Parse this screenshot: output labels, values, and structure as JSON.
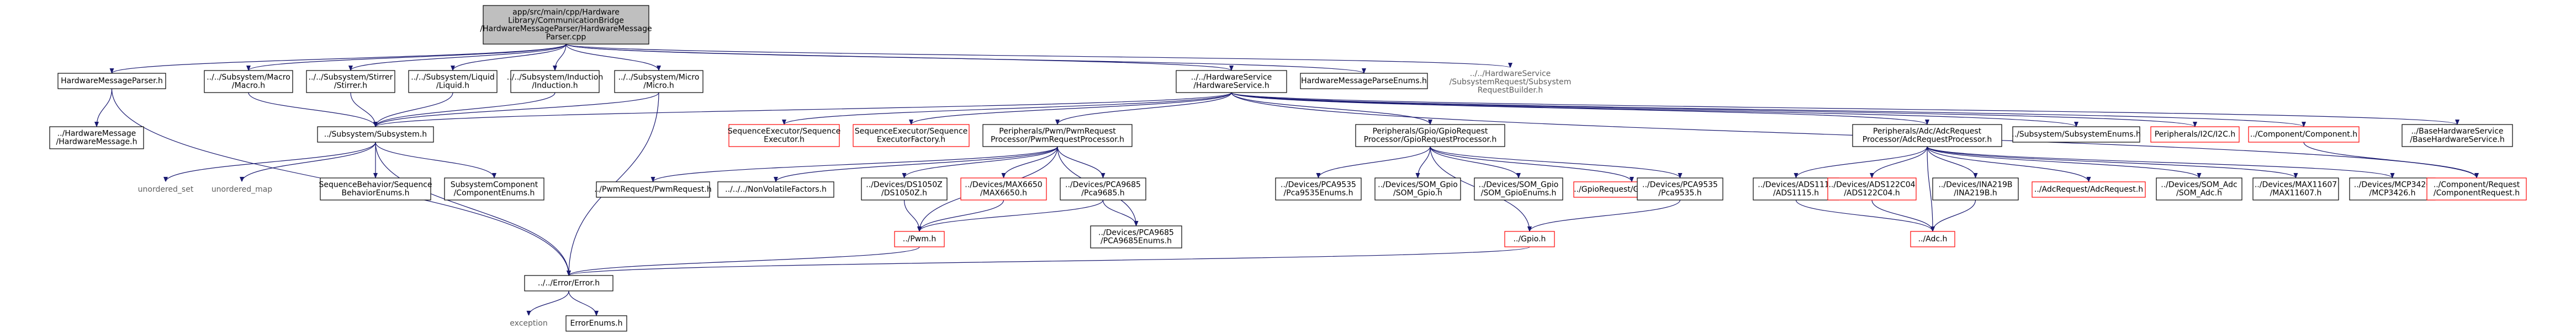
{
  "graph": {
    "nodes": [
      {
        "id": "root",
        "kind": "root",
        "lines": [
          "app/src/main/cpp/Hardware",
          "Library/CommunicationBridge",
          "/HardwareMessageParser/HardwareMessage",
          "Parser.cpp"
        ]
      },
      {
        "id": "hmp",
        "kind": "normal",
        "lines": [
          "HardwareMessageParser.h"
        ]
      },
      {
        "id": "macro",
        "kind": "normal",
        "lines": [
          "../../Subsystem/Macro",
          "/Macro.h"
        ]
      },
      {
        "id": "stirrer",
        "kind": "normal",
        "lines": [
          "../../Subsystem/Stirrer",
          "/Stirrer.h"
        ]
      },
      {
        "id": "liquid",
        "kind": "normal",
        "lines": [
          "../../Subsystem/Liquid",
          "/Liquid.h"
        ]
      },
      {
        "id": "induction",
        "kind": "normal",
        "lines": [
          "../../Subsystem/Induction",
          "/Induction.h"
        ]
      },
      {
        "id": "micro",
        "kind": "normal",
        "lines": [
          "../../Subsystem/Micro",
          "/Micro.h"
        ]
      },
      {
        "id": "hwsvc",
        "kind": "normal",
        "lines": [
          "../../HardwareService",
          "/HardwareService.h"
        ]
      },
      {
        "id": "hmpe",
        "kind": "normal",
        "lines": [
          "HardwareMessageParseEnums.h"
        ]
      },
      {
        "id": "ssrb",
        "kind": "grey",
        "lines": [
          "../../HardwareService",
          "/SubsystemRequest/Subsystem",
          "RequestBuilder.h"
        ]
      },
      {
        "id": "hm",
        "kind": "normal",
        "lines": [
          "../HardwareMessage",
          "/HardwareMessage.h"
        ]
      },
      {
        "id": "subsys",
        "kind": "normal",
        "lines": [
          "../Subsystem/Subsystem.h"
        ]
      },
      {
        "id": "seqexec",
        "kind": "red",
        "lines": [
          "SequenceExecutor/Sequence",
          "Executor.h"
        ]
      },
      {
        "id": "seqfact",
        "kind": "red",
        "lines": [
          "SequenceExecutor/Sequence",
          "ExecutorFactory.h"
        ]
      },
      {
        "id": "pwmproc",
        "kind": "normal",
        "lines": [
          "Peripherals/Pwm/PwmRequest",
          "Processor/PwmRequestProcessor.h"
        ]
      },
      {
        "id": "gpioproc",
        "kind": "normal",
        "lines": [
          "Peripherals/Gpio/GpioRequest",
          "Processor/GpioRequestProcessor.h"
        ]
      },
      {
        "id": "adcproc",
        "kind": "normal",
        "lines": [
          "Peripherals/Adc/AdcRequest",
          "Processor/AdcRequestProcessor.h"
        ]
      },
      {
        "id": "ssenums",
        "kind": "normal",
        "lines": [
          "../Subsystem/SubsystemEnums.h"
        ]
      },
      {
        "id": "i2c",
        "kind": "red",
        "lines": [
          "Peripherals/I2C/I2C.h"
        ]
      },
      {
        "id": "component",
        "kind": "red",
        "lines": [
          "../Component/Component.h"
        ]
      },
      {
        "id": "basehw",
        "kind": "normal",
        "lines": [
          "../BaseHardwareService",
          "/BaseHardwareService.h"
        ]
      },
      {
        "id": "uset",
        "kind": "grey",
        "lines": [
          "unordered_set"
        ]
      },
      {
        "id": "umap",
        "kind": "grey",
        "lines": [
          "unordered_map"
        ]
      },
      {
        "id": "seqbeh",
        "kind": "normal",
        "lines": [
          "SequenceBehavior/Sequence",
          "BehaviorEnums.h"
        ]
      },
      {
        "id": "sscomp",
        "kind": "normal",
        "lines": [
          "SubsystemComponent",
          "/ComponentEnums.h"
        ]
      },
      {
        "id": "pwmreq",
        "kind": "normal",
        "lines": [
          "../PwmRequest/PwmRequest.h"
        ]
      },
      {
        "id": "nonvol",
        "kind": "normal",
        "lines": [
          "../../../NonVolatileFactors.h"
        ]
      },
      {
        "id": "ds1050",
        "kind": "normal",
        "lines": [
          "../Devices/DS1050Z",
          "/DS1050Z.h"
        ]
      },
      {
        "id": "max6650",
        "kind": "red",
        "lines": [
          "../Devices/MAX6650",
          "/MAX6650.h"
        ]
      },
      {
        "id": "pca9685",
        "kind": "normal",
        "lines": [
          "../Devices/PCA9685",
          "/Pca9685.h"
        ]
      },
      {
        "id": "pca9535e",
        "kind": "normal",
        "lines": [
          "../Devices/PCA9535",
          "/Pca9535Enums.h"
        ]
      },
      {
        "id": "somgpio",
        "kind": "normal",
        "lines": [
          "../Devices/SOM_Gpio",
          "/SOM_Gpio.h"
        ]
      },
      {
        "id": "somgpioe",
        "kind": "normal",
        "lines": [
          "../Devices/SOM_Gpio",
          "/SOM_GpioEnums.h"
        ]
      },
      {
        "id": "gpioreq",
        "kind": "red",
        "lines": [
          "../GpioRequest/GpioRequest.h"
        ]
      },
      {
        "id": "pca9535",
        "kind": "normal",
        "lines": [
          "../Devices/PCA9535",
          "/Pca9535.h"
        ]
      },
      {
        "id": "ads1115",
        "kind": "normal",
        "lines": [
          "../Devices/ADS1115",
          "/ADS1115.h"
        ]
      },
      {
        "id": "ads122c04",
        "kind": "red",
        "lines": [
          "../Devices/ADS122C04",
          "/ADS122C04.h"
        ]
      },
      {
        "id": "ina219b",
        "kind": "normal",
        "lines": [
          "../Devices/INA219B",
          "/INA219B.h"
        ]
      },
      {
        "id": "adcreq",
        "kind": "red",
        "lines": [
          "../AdcRequest/AdcRequest.h"
        ]
      },
      {
        "id": "somadc",
        "kind": "normal",
        "lines": [
          "../Devices/SOM_Adc",
          "/SOM_Adc.h"
        ]
      },
      {
        "id": "max11607",
        "kind": "normal",
        "lines": [
          "../Devices/MAX11607",
          "/MAX11607.h"
        ]
      },
      {
        "id": "mcp3426",
        "kind": "normal",
        "lines": [
          "../Devices/MCP3426",
          "/MCP3426.h"
        ]
      },
      {
        "id": "compreq",
        "kind": "red",
        "lines": [
          "../Component/Request",
          "/ComponentRequest.h"
        ]
      },
      {
        "id": "pwmh",
        "kind": "red",
        "lines": [
          "../Pwm.h"
        ]
      },
      {
        "id": "pca9685e",
        "kind": "normal",
        "lines": [
          "../Devices/PCA9685",
          "/PCA9685Enums.h"
        ]
      },
      {
        "id": "gpioh",
        "kind": "red",
        "lines": [
          "../Gpio.h"
        ]
      },
      {
        "id": "adch",
        "kind": "red",
        "lines": [
          "../Adc.h"
        ]
      },
      {
        "id": "error",
        "kind": "normal",
        "lines": [
          "../../Error/Error.h"
        ]
      },
      {
        "id": "exception",
        "kind": "grey",
        "lines": [
          "exception"
        ]
      },
      {
        "id": "errenums",
        "kind": "normal",
        "lines": [
          "ErrorEnums.h"
        ]
      }
    ],
    "edges": [
      [
        "root",
        "hmp"
      ],
      [
        "root",
        "macro"
      ],
      [
        "root",
        "stirrer"
      ],
      [
        "root",
        "liquid"
      ],
      [
        "root",
        "induction"
      ],
      [
        "root",
        "micro"
      ],
      [
        "root",
        "hwsvc"
      ],
      [
        "root",
        "hmpe"
      ],
      [
        "root",
        "ssrb"
      ],
      [
        "hmp",
        "hm"
      ],
      [
        "hmp",
        "error"
      ],
      [
        "macro",
        "subsys"
      ],
      [
        "stirrer",
        "subsys"
      ],
      [
        "liquid",
        "subsys"
      ],
      [
        "induction",
        "subsys"
      ],
      [
        "micro",
        "subsys"
      ],
      [
        "micro",
        "error"
      ],
      [
        "hwsvc",
        "subsys"
      ],
      [
        "hwsvc",
        "seqexec"
      ],
      [
        "hwsvc",
        "seqfact"
      ],
      [
        "hwsvc",
        "pwmproc"
      ],
      [
        "hwsvc",
        "gpioproc"
      ],
      [
        "hwsvc",
        "adcproc"
      ],
      [
        "hwsvc",
        "ssenums"
      ],
      [
        "hwsvc",
        "i2c"
      ],
      [
        "hwsvc",
        "component"
      ],
      [
        "hwsvc",
        "basehw"
      ],
      [
        "hwsvc",
        "compreq"
      ],
      [
        "subsys",
        "uset"
      ],
      [
        "subsys",
        "umap"
      ],
      [
        "subsys",
        "seqbeh"
      ],
      [
        "subsys",
        "sscomp"
      ],
      [
        "subsys",
        "error"
      ],
      [
        "pwmproc",
        "pwmreq"
      ],
      [
        "pwmproc",
        "nonvol"
      ],
      [
        "pwmproc",
        "ds1050"
      ],
      [
        "pwmproc",
        "max6650"
      ],
      [
        "pwmproc",
        "pca9685"
      ],
      [
        "pwmproc",
        "pwmh"
      ],
      [
        "pwmproc",
        "pca9685e"
      ],
      [
        "ds1050",
        "pwmh"
      ],
      [
        "max6650",
        "pwmh"
      ],
      [
        "pca9685",
        "pwmh"
      ],
      [
        "pca9685",
        "pca9685e"
      ],
      [
        "gpioproc",
        "pca9535e"
      ],
      [
        "gpioproc",
        "somgpio"
      ],
      [
        "gpioproc",
        "somgpioe"
      ],
      [
        "gpioproc",
        "gpioreq"
      ],
      [
        "gpioproc",
        "pca9535"
      ],
      [
        "gpioproc",
        "gpioh"
      ],
      [
        "pca9535",
        "gpioh"
      ],
      [
        "adcproc",
        "ads1115"
      ],
      [
        "adcproc",
        "ads122c04"
      ],
      [
        "adcproc",
        "ina219b"
      ],
      [
        "adcproc",
        "adcreq"
      ],
      [
        "adcproc",
        "somadc"
      ],
      [
        "adcproc",
        "max11607"
      ],
      [
        "adcproc",
        "mcp3426"
      ],
      [
        "adcproc",
        "adch"
      ],
      [
        "ads1115",
        "adch"
      ],
      [
        "ads122c04",
        "adch"
      ],
      [
        "ina219b",
        "adch"
      ],
      [
        "component",
        "compreq"
      ],
      [
        "pwmh",
        "error"
      ],
      [
        "gpioh",
        "error"
      ],
      [
        "error",
        "exception"
      ],
      [
        "error",
        "errenums"
      ]
    ]
  }
}
